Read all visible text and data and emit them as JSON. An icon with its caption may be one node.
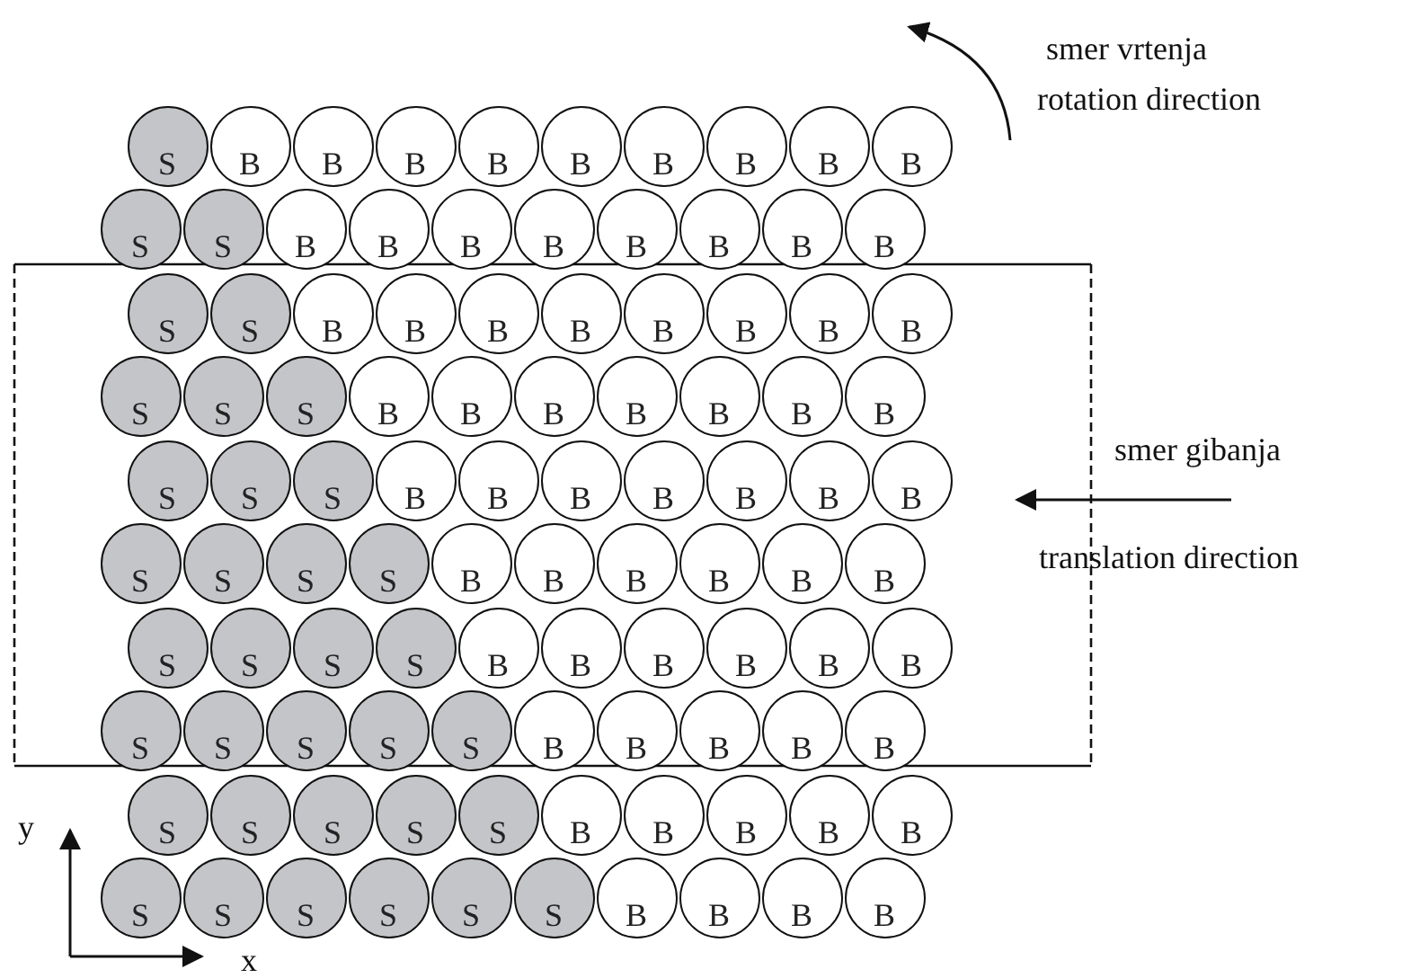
{
  "diagram": {
    "nodes": [
      {
        "text": [
          "S"
        ]
      },
      {
        "text": [
          "B"
        ]
      },
      {
        "text": [
          "B"
        ]
      },
      {
        "text": [
          "B"
        ]
      },
      {
        "text": [
          "B"
        ]
      },
      {
        "text": [
          "B"
        ]
      },
      {
        "text": [
          "B"
        ]
      },
      {
        "text": [
          "B"
        ]
      },
      {
        "text": [
          "B"
        ]
      },
      {
        "text": [
          "B"
        ]
      },
      {
        "text": [
          "S"
        ]
      },
      {
        "text": [
          "S"
        ]
      },
      {
        "text": [
          "B"
        ]
      },
      {
        "text": [
          "B"
        ]
      },
      {
        "text": [
          "B"
        ]
      },
      {
        "text": [
          "B"
        ]
      },
      {
        "text": [
          "B"
        ]
      },
      {
        "text": [
          "B"
        ]
      },
      {
        "text": [
          "B"
        ]
      },
      {
        "text": [
          "B"
        ]
      },
      {
        "text": [
          "S"
        ]
      },
      {
        "text": [
          "S"
        ]
      },
      {
        "text": [
          "B"
        ]
      },
      {
        "text": [
          "B"
        ]
      },
      {
        "text": [
          "B"
        ]
      },
      {
        "text": [
          "B"
        ]
      },
      {
        "text": [
          "B"
        ]
      },
      {
        "text": [
          "B"
        ]
      },
      {
        "text": [
          "B"
        ]
      },
      {
        "text": [
          "B"
        ]
      },
      {
        "text": [
          "S"
        ]
      },
      {
        "text": [
          "S"
        ]
      },
      {
        "text": [
          "S"
        ]
      },
      {
        "text": [
          "B"
        ]
      },
      {
        "text": [
          "B"
        ]
      },
      {
        "text": [
          "B"
        ]
      },
      {
        "text": [
          "B"
        ]
      },
      {
        "text": [
          "B"
        ]
      },
      {
        "text": [
          "B"
        ]
      },
      {
        "text": [
          "B"
        ]
      },
      {
        "text": [
          "S"
        ]
      },
      {
        "text": [
          "S"
        ]
      },
      {
        "text": [
          "S"
        ]
      },
      {
        "text": [
          "B"
        ]
      },
      {
        "text": [
          "B"
        ]
      },
      {
        "text": [
          "B"
        ]
      },
      {
        "text": [
          "B"
        ]
      },
      {
        "text": [
          "B"
        ]
      },
      {
        "text": [
          "B"
        ]
      },
      {
        "text": [
          "B"
        ]
      },
      {
        "text": [
          "S"
        ]
      },
      {
        "text": [
          "S"
        ]
      },
      {
        "text": [
          "S"
        ]
      },
      {
        "text": [
          "S"
        ]
      },
      {
        "text": [
          "B"
        ]
      },
      {
        "text": [
          "B"
        ]
      },
      {
        "text": [
          "B"
        ]
      },
      {
        "text": [
          "B"
        ]
      },
      {
        "text": [
          "B"
        ]
      },
      {
        "text": [
          "B"
        ]
      },
      {
        "text": [
          "S"
        ]
      },
      {
        "text": [
          "S"
        ]
      },
      {
        "text": [
          "S"
        ]
      },
      {
        "text": [
          "S"
        ]
      },
      {
        "text": [
          "B"
        ]
      },
      {
        "text": [
          "B"
        ]
      },
      {
        "text": [
          "B"
        ]
      },
      {
        "text": [
          "B"
        ]
      },
      {
        "text": [
          "B"
        ]
      },
      {
        "text": [
          "B"
        ]
      },
      {
        "text": [
          "S"
        ]
      },
      {
        "text": [
          "S"
        ]
      },
      {
        "text": [
          "S"
        ]
      },
      {
        "text": [
          "S"
        ]
      },
      {
        "text": [
          "S"
        ]
      },
      {
        "text": [
          "B"
        ]
      },
      {
        "text": [
          "B"
        ]
      },
      {
        "text": [
          "B"
        ]
      },
      {
        "text": [
          "B"
        ]
      },
      {
        "text": [
          "B"
        ]
      },
      {
        "text": [
          "S"
        ]
      },
      {
        "text": [
          "S"
        ]
      },
      {
        "text": [
          "S"
        ]
      },
      {
        "text": [
          "S"
        ]
      },
      {
        "text": [
          "S"
        ]
      },
      {
        "text": [
          "B"
        ]
      },
      {
        "text": [
          "B"
        ]
      },
      {
        "text": [
          "B"
        ]
      },
      {
        "text": [
          "B"
        ]
      },
      {
        "text": [
          "B"
        ]
      },
      {
        "text": [
          "S"
        ]
      },
      {
        "text": [
          "S"
        ]
      },
      {
        "text": [
          "S"
        ]
      },
      {
        "text": [
          "S"
        ]
      },
      {
        "text": [
          "S"
        ]
      },
      {
        "text": [
          "S"
        ]
      },
      {
        "text": [
          "B"
        ]
      },
      {
        "text": [
          "B"
        ]
      },
      {
        "text": [
          "B"
        ]
      },
      {
        "text": [
          "B"
        ]
      }
    ],
    "labels": [
      "smer vrtenja",
      "rotation direction",
      "smer gibanja",
      "translation direction",
      "y",
      "x"
    ]
  }
}
